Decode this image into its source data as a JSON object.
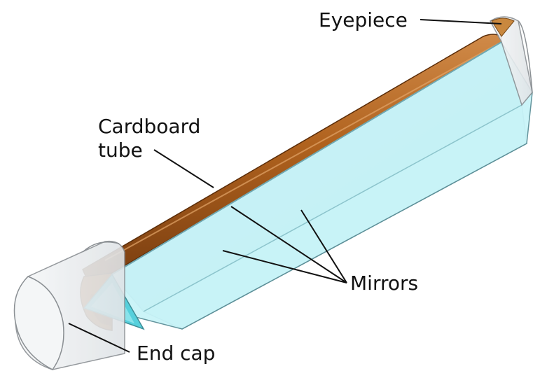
{
  "labels": {
    "eyepiece": "Eyepiece",
    "cardboard_tube_line1": "Cardboard",
    "cardboard_tube_line2": "tube",
    "mirrors": "Mirrors",
    "end_cap": "End cap"
  },
  "colors": {
    "tube_brown": "#b0621e",
    "tube_brown_dark": "#7a3e10",
    "tube_highlight": "#d08a48",
    "mirror_light": "#c9f4f8",
    "mirror_mid": "#a9e4ec",
    "mirror_dark": "#7fb9c4",
    "mirror_edge": "#5c8f98",
    "cap_glass": "#eef1f2",
    "cap_edge": "#8a8f93",
    "leader_line": "#111111"
  }
}
